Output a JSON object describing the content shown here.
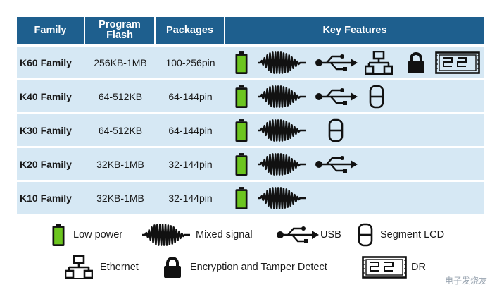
{
  "table": {
    "headers": [
      "Family",
      "Program Flash",
      "Packages",
      "Key Features"
    ],
    "rows": [
      {
        "family": "K60 Family",
        "flash": "256KB-1MB",
        "packages": "100-256pin",
        "features": [
          "battery-icon",
          "waveform-icon",
          "usb-icon",
          "ethernet-icon",
          "lock-icon",
          "eink-display-icon"
        ]
      },
      {
        "family": "K40 Family",
        "flash": "64-512KB",
        "packages": "64-144pin",
        "features": [
          "battery-icon",
          "waveform-icon",
          "usb-icon",
          "segment-lcd-icon"
        ]
      },
      {
        "family": "K30 Family",
        "flash": "64-512KB",
        "packages": "64-144pin",
        "features": [
          "battery-icon",
          "waveform-icon",
          "segment-lcd-icon"
        ]
      },
      {
        "family": "K20 Family",
        "flash": "32KB-1MB",
        "packages": "32-144pin",
        "features": [
          "battery-icon",
          "waveform-icon",
          "usb-icon"
        ]
      },
      {
        "family": "K10 Family",
        "flash": "32KB-1MB",
        "packages": "32-144pin",
        "features": [
          "battery-icon",
          "waveform-icon"
        ]
      }
    ]
  },
  "legend": {
    "low_power": "Low power",
    "mixed_signal": "Mixed signal",
    "usb": "USB",
    "segment_lcd": "Segment LCD",
    "ethernet": "Ethernet",
    "encryption": "Encryption and Tamper Detect",
    "display": "DR"
  },
  "watermark": "电子发烧友",
  "colors": {
    "header": "#1e5f8e",
    "row": "#d6e8f4",
    "battery": "#6cc51f"
  }
}
